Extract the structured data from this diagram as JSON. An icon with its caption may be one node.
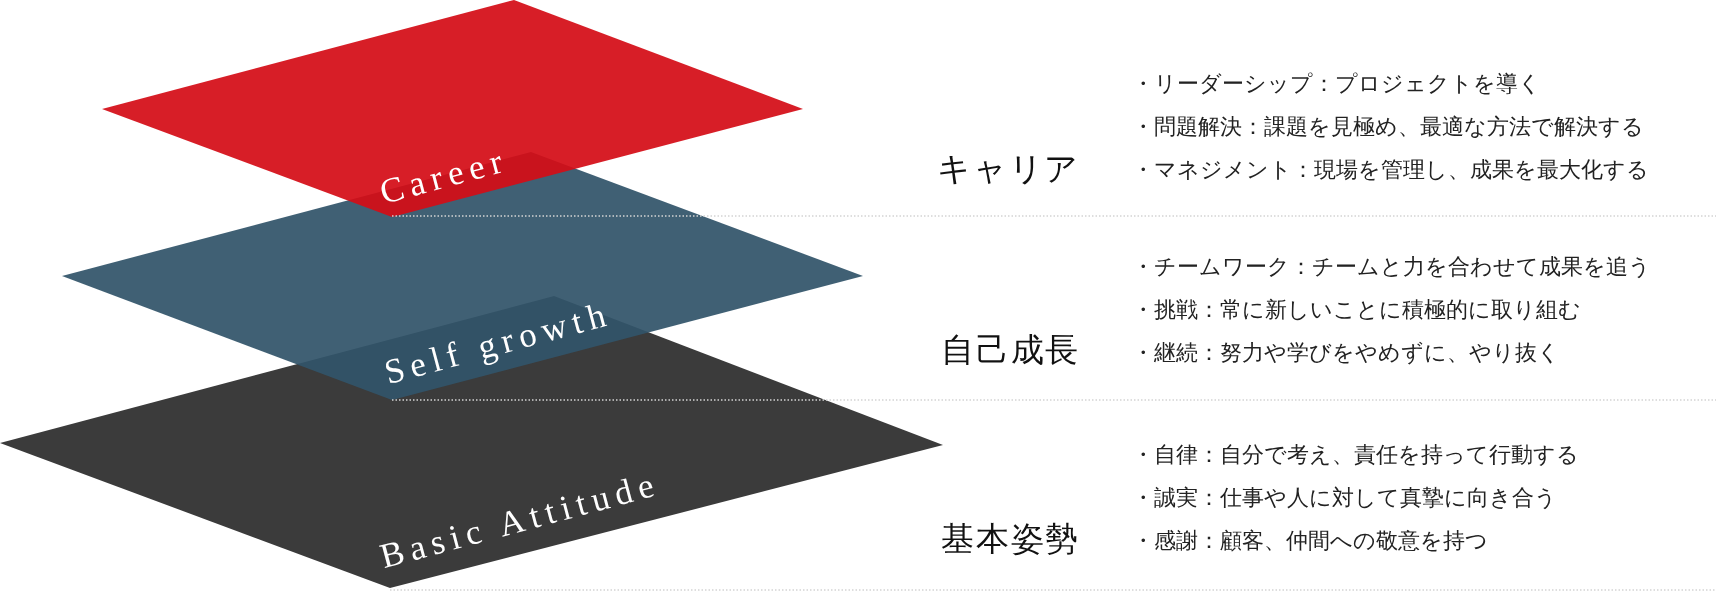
{
  "diagram": {
    "nodes": [
      {
        "text": [
          "Career"
        ]
      },
      {
        "text": [
          "Self growth"
        ]
      },
      {
        "text": [
          "Basic Attitude"
        ]
      }
    ],
    "labels": [
      "キャリア",
      "・リーダーシップ：プロジェクトを導く",
      "・問題解決：課題を見極め、最適な方法で解決する",
      "・マネジメント：現場を管理し、成果を最大化する",
      "自己成長",
      "・チームワーク：チームと力を合わせて成果を追う",
      "・挑戦：常に新しいことに積極的に取り組む",
      "・継続：努力や学びをやめずに、やり抜く",
      "基本姿勢",
      "・自律：自分で考え、責任を持って行動する",
      "・誠実：仕事や人に対して真摯に向き合う",
      "・感謝：顧客、仲間への敬意を持つ"
    ]
  }
}
